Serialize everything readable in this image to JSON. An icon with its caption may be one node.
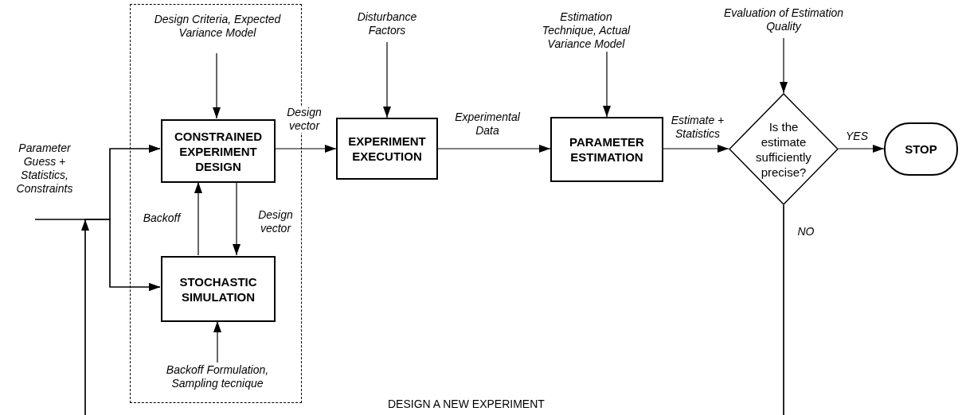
{
  "diagram": {
    "nodes": [
      {
        "text": [],
        "shape": "box"
      },
      {
        "text": [
          "CONSTRAINED EXPERIMENT DESIGN"
        ],
        "in": 0
      },
      {
        "text": [
          "STOCHASTIC SIMULATION"
        ],
        "in": 0
      },
      {
        "text": [
          "Design Criteria, Expected Variance Model"
        ],
        "in": 0
      },
      {
        "text": [
          "Backoff Formulation, Sampling tecnique"
        ],
        "in": 0
      },
      {
        "text": [
          "Parameter Guess + Statistics, Constraints"
        ]
      },
      {
        "text": [
          "Disturbance Factors"
        ]
      },
      {
        "text": [
          "EXPERIMENT EXECUTION"
        ]
      },
      {
        "text": [
          "Estimation Technique, Actual Variance Model"
        ]
      },
      {
        "text": [
          "PARAMETER ESTIMATION"
        ]
      },
      {
        "text": [
          "Evaluation of Estimation Quality"
        ]
      },
      {
        "text": [
          "Is the estimate sufficiently precise?"
        ]
      },
      {
        "text": [
          "STOP"
        ]
      }
    ],
    "edges": [
      {
        "from": 3,
        "to": 1,
        "arrow": "to"
      },
      {
        "from": 1,
        "to": 2,
        "arrow": "to",
        "label": "Design vector"
      },
      {
        "from": 2,
        "to": 1,
        "arrow": "to",
        "label": "Backoff"
      },
      {
        "from": 4,
        "to": 2,
        "arrow": "to"
      },
      {
        "from": 5,
        "to": 1,
        "arrow": "to"
      },
      {
        "from": 5,
        "to": 2,
        "arrow": "to"
      },
      {
        "from": 1,
        "to": 7,
        "arrow": "to",
        "label": "Design vector"
      },
      {
        "from": 6,
        "to": 7,
        "arrow": "to"
      },
      {
        "from": 7,
        "to": 9,
        "arrow": "to",
        "label": "Experimental Data"
      },
      {
        "from": 8,
        "to": 9,
        "arrow": "to"
      },
      {
        "from": 9,
        "to": 11,
        "arrow": "to",
        "label": "Estimate + Statistics"
      },
      {
        "from": 10,
        "to": 11,
        "arrow": "to"
      },
      {
        "from": 11,
        "to": 12,
        "arrow": "to",
        "label": "YES"
      },
      {
        "from": 11,
        "to": 1,
        "arrow": "to",
        "label": "NO"
      },
      {
        "from": 11,
        "to": 2,
        "arrow": "to"
      }
    ],
    "labels": [
      "DESIGN A NEW EXPERIMENT"
    ]
  }
}
